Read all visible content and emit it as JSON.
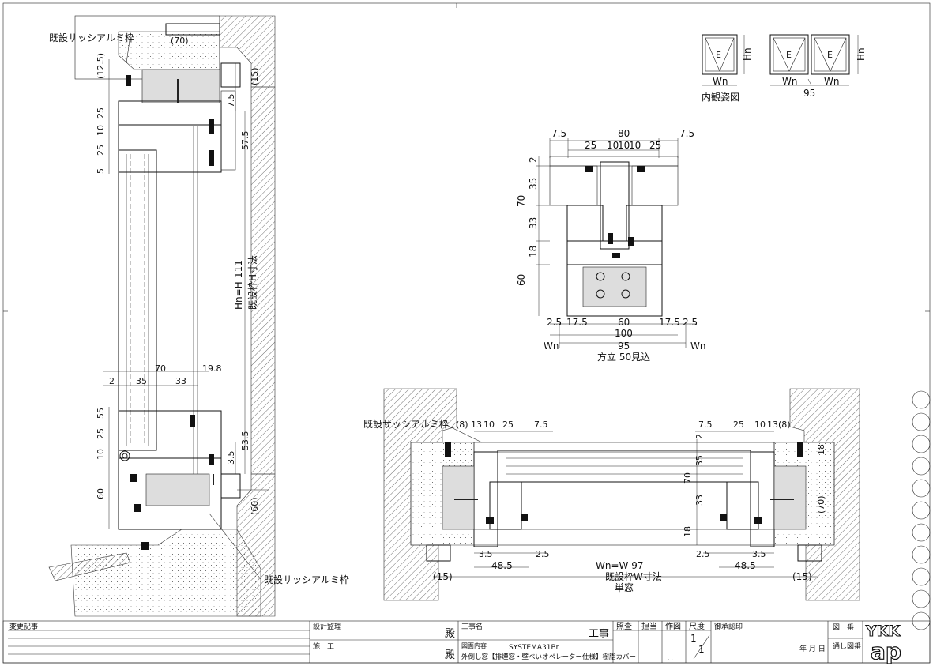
{
  "left_section": {
    "label_top": "既設サッシアルミ枠",
    "label_bottom": "既設サッシアルミ枠",
    "dims_left_top": [
      "(12.5)",
      "25",
      "10",
      "25",
      "5"
    ],
    "dims_left_bottom": [
      "55",
      "25",
      "10",
      "60"
    ],
    "dims_right": [
      "(15)",
      "7.5",
      "57.5",
      "53.5",
      "3.5",
      "(60)"
    ],
    "dim_top_70": "(70)",
    "height_label_1": "Hn=H-111",
    "height_label_2": "既設枠H寸法",
    "mid_dims": [
      "70",
      "19.8",
      "2",
      "35",
      "33"
    ]
  },
  "legend": {
    "window_letter": "E",
    "hn": "Hn",
    "wn": "Wn",
    "single_caption": "内観姿図",
    "double_gap": "95"
  },
  "mullion": {
    "top_dims": [
      "7.5",
      "80",
      "7.5"
    ],
    "top_sub_dims": [
      "25",
      "10",
      "10",
      "10",
      "25"
    ],
    "left_dims": [
      "2",
      "35",
      "70",
      "33",
      "18",
      "60"
    ],
    "bottom_dims": [
      "2.5",
      "17.5",
      "60",
      "17.5",
      "2.5"
    ],
    "total_100": "100",
    "total_95": "95",
    "wn_left": "Wn",
    "wn_right": "Wn",
    "caption": "方立 50見込"
  },
  "plan_section": {
    "label": "既設サッシアルミ枠",
    "top_left_dims": [
      "(8)",
      "13",
      "10",
      "25",
      "7.5"
    ],
    "top_right_dims": [
      "7.5",
      "25",
      "10",
      "13",
      "(8)"
    ],
    "right_vertical": [
      "2",
      "35",
      "70",
      "33",
      "18"
    ],
    "side_vertical": [
      "18",
      "(70)"
    ],
    "small_dims": [
      "3.5",
      "2.5",
      "2.5",
      "3.5"
    ],
    "dims_485_left": "48.5",
    "dims_485_right": "48.5",
    "dim_15_left": "(15)",
    "dim_15_right": "(15)",
    "width_label_1": "Wn=W-97",
    "width_label_2": "既設枠W寸法",
    "caption": "単窓"
  },
  "title_block": {
    "revision_label": "変更記事",
    "supervision_label": "設計監理",
    "builder_label": "施　工",
    "honorific_1": "殿",
    "honorific_2": "殿",
    "project_label": "工事名",
    "project_suffix": "工事",
    "drawing_content_label": "図面内容",
    "series": "SYSTEMA31Br",
    "description": "外倒し窓【排煙窓・壁べいオペレーター仕様】樹脂カバー",
    "check_label": "照査",
    "charge_label": "担当",
    "drawn_label": "作図",
    "scale_label": "尺度",
    "scale_value_num": "1",
    "scale_value_den": "1",
    "approval_label": "御承認印",
    "date_label": "年 月 日",
    "drawing_no_label": "図　番",
    "serial_no_label": "通し図番",
    "logo_text_1": "YKK",
    "logo_text_2": "ap",
    "check_dots": "．．",
    "drawn_dots": "．．"
  }
}
